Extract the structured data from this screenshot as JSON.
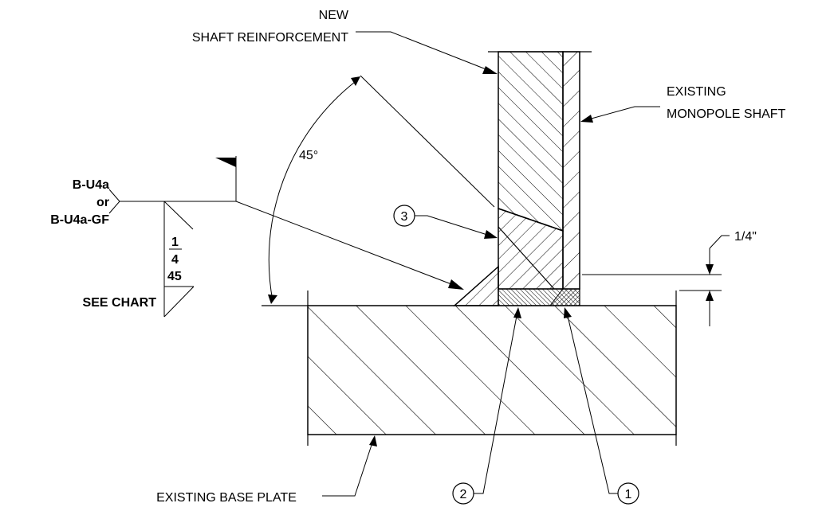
{
  "labels": {
    "new_line1": "NEW",
    "new_line2": "SHAFT REINFORCEMENT",
    "existing_line1": "EXISTING",
    "existing_line2": "MONOPOLE SHAFT",
    "base_plate": "EXISTING BASE PLATE",
    "angle": "45°",
    "dimension": "1/4\""
  },
  "weld_symbol": {
    "line1": "B-U4a",
    "line2": "or",
    "line3": "B-U4a-GF",
    "size": "1",
    "size_den": "4",
    "angle_value": "45",
    "note": "SEE CHART"
  },
  "callouts": [
    "1",
    "2",
    "3"
  ]
}
